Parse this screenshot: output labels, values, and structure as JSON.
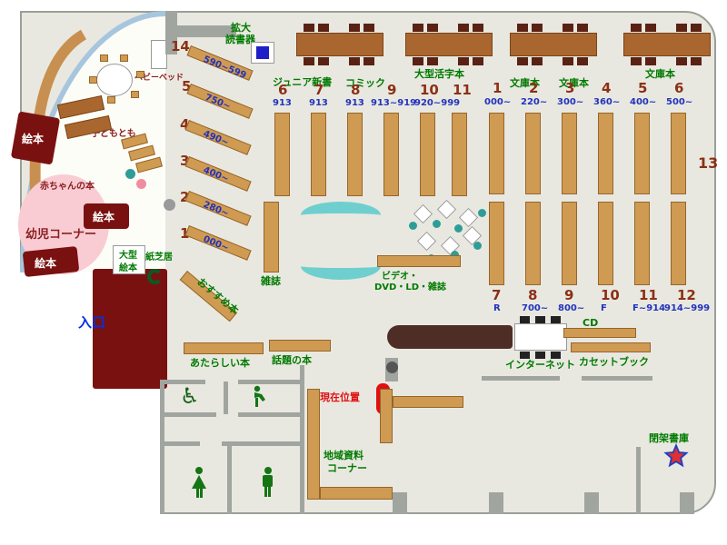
{
  "entrance_label": "入口",
  "current_location_label": "現在位置",
  "wall_shelf_label": "13",
  "recommended_label": "おすすめ本",
  "magazine_label": "雑誌",
  "icons": {
    "wheelchair": "♿"
  },
  "kids_area": {
    "corner_label": "幼児コーナー",
    "baby_books_label": "赤ちゃんの本",
    "kids_mag_label": "子どもとも",
    "baby_bed_label": "ベビーベッド",
    "picture_book_labels": [
      "絵本",
      "絵本",
      "絵本"
    ],
    "large_picture_line1": "大型",
    "large_picture_line2": "絵本",
    "kamishibai_label": "紙芝居"
  },
  "reading_area": {
    "magnifier_line1": "拡大",
    "magnifier_line2": "読書器"
  },
  "genre_labels": {
    "junior": "ジュニア新書",
    "comic": "コミック",
    "large_print": "大型活字本",
    "bunko1": "文庫本",
    "bunko2": "文庫本",
    "bunko3": "文庫本"
  },
  "diagonal_shelves": [
    {
      "no": "14",
      "range": "590~599"
    },
    {
      "no": "5",
      "range": "750~"
    },
    {
      "no": "4",
      "range": "490~"
    },
    {
      "no": "3",
      "range": "400~"
    },
    {
      "no": "2",
      "range": "280~"
    },
    {
      "no": "1",
      "range": "000~"
    }
  ],
  "fiction_shelves": {
    "numbers": [
      "6",
      "7",
      "8",
      "9",
      "10",
      "11"
    ],
    "ranges": [
      "913",
      "913",
      "913",
      "913~919",
      "920~999"
    ]
  },
  "right_shelves_top": [
    {
      "no": "1",
      "range": "000~"
    },
    {
      "no": "2",
      "range": "220~"
    },
    {
      "no": "3",
      "range": "300~"
    },
    {
      "no": "4",
      "range": "360~"
    },
    {
      "no": "5",
      "range": "400~"
    },
    {
      "no": "6",
      "range": "500~"
    }
  ],
  "right_shelves_bottom": [
    {
      "no": "7",
      "range": "R"
    },
    {
      "no": "8",
      "range": "700~"
    },
    {
      "no": "9",
      "range": "800~"
    },
    {
      "no": "10",
      "range": "F"
    },
    {
      "no": "11",
      "range": "F~914"
    },
    {
      "no": "12",
      "range": "914~999"
    }
  ],
  "media": {
    "video_line1": "ビデオ・",
    "video_line2": "DVD・LD・雑誌",
    "cd_label": "CD",
    "internet_label": "インターネット",
    "cassette_label": "カセットブック"
  },
  "areas": {
    "new_books_label": "あたらしい本",
    "topic_books_label": "話題の本",
    "local_line1": "地域資料",
    "local_line2": "コーナー",
    "closed_stacks_label": "閉架書庫"
  }
}
